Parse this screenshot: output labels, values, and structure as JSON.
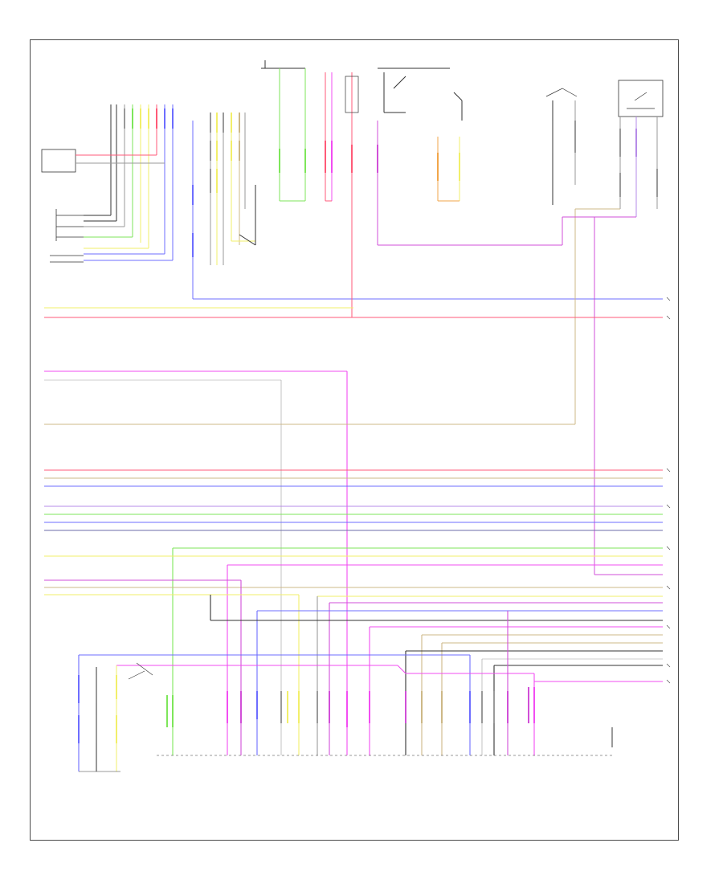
{
  "diagram": {
    "page_number": "",
    "colors": {
      "red": "#ff5a78",
      "pink": "#f24df2",
      "magenta": "#d14fd8",
      "blue": "#6d6dff",
      "navy": "#6e6eaa",
      "yellow": "#f2ef6a",
      "orange": "#f2a64a",
      "green": "#7ee65a",
      "tan": "#cdb887",
      "gray": "#9a9a9a",
      "black": "#333333",
      "violet": "#b68be8"
    },
    "components": [
      {
        "id": "sensor-box",
        "label": ""
      },
      {
        "id": "top-connector-stubs",
        "label": ""
      },
      {
        "id": "relay-box-right",
        "label": ""
      },
      {
        "id": "module-connector-row",
        "label": ""
      }
    ],
    "labels": {
      "top_left_block": "",
      "top_center_block": "",
      "top_right_block": "",
      "mid_left_note": "",
      "bottom_left_block": "",
      "bottom_right_block": ""
    }
  }
}
